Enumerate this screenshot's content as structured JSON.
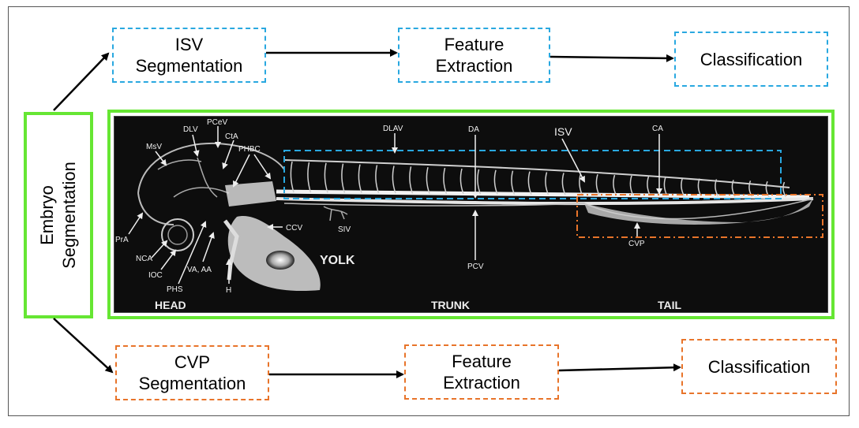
{
  "top_pipeline": {
    "step1": [
      "ISV",
      "Segmentation"
    ],
    "step2": [
      "Feature",
      "Extraction"
    ],
    "step3": "Classification"
  },
  "bottom_pipeline": {
    "step1": [
      "CVP",
      "Segmentation"
    ],
    "step2": [
      "Feature",
      "Extraction"
    ],
    "step3": "Classification"
  },
  "embryo_box": [
    "Embryo",
    "Segmentation"
  ],
  "image_labels": {
    "region": {
      "head": "HEAD",
      "trunk": "TRUNK",
      "tail": "TAIL",
      "yolk": "YOLK"
    },
    "vessels": {
      "dlv": "DLV",
      "pcev": "PCeV",
      "cta": "CtA",
      "msv": "MsV",
      "phbc": "PHBC",
      "dlav": "DLAV",
      "da": "DA",
      "isv": "ISV",
      "ca": "CA",
      "pra": "PrA",
      "nca": "NCA",
      "ioc": "IOC",
      "phs": "PHS",
      "va_aa": "VA, AA",
      "h": "H",
      "ccv": "CCV",
      "siv": "SIV",
      "pcv": "PCV",
      "cvp": "CVP"
    }
  },
  "colors": {
    "blue": "#29a8e0",
    "orange": "#e8742a",
    "green": "#66e633"
  }
}
